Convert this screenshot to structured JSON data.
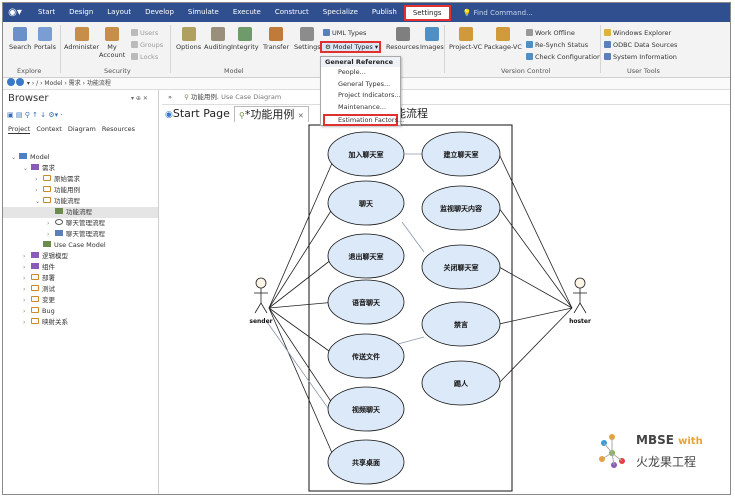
{
  "menu": {
    "items": [
      "Start",
      "Design",
      "Layout",
      "Develop",
      "Simulate",
      "Execute",
      "Construct",
      "Specialize",
      "Publish",
      "Settings"
    ],
    "active": "Settings",
    "find_placeholder": "Find Command..."
  },
  "ribbon": {
    "explore": {
      "label": "Explore",
      "search": "Search",
      "portals": "Portals"
    },
    "security": {
      "label": "Security",
      "administer": "Administer",
      "my_account": "My Account",
      "users": "Users",
      "groups": "Groups",
      "locks": "Locks"
    },
    "model": {
      "label": "Model",
      "options": "Options",
      "auditing": "Auditing",
      "integrity": "Integrity",
      "transfer": "Transfer",
      "settings": "Settings",
      "uml_types": "UML Types",
      "model_types": "Model Types",
      "resources": "Resources",
      "images": "Images"
    },
    "version_control": {
      "label": "Version Control",
      "project_vc": "Project-VC",
      "package_vc": "Package-VC",
      "work_offline": "Work Offline",
      "resynch": "Re-Synch Status",
      "check_config": "Check Configuration"
    },
    "user_tools": {
      "label": "User Tools",
      "windows_explorer": "Windows Explorer",
      "odbc": "ODBC Data Sources",
      "system_info": "System Information"
    }
  },
  "dropdown": {
    "header": "General Reference",
    "items": [
      "People...",
      "General Types...",
      "Project Indicators...",
      "Maintenance...",
      "Estimation Factors..."
    ],
    "highlighted": "Estimation Factors..."
  },
  "address": {
    "path": [
      "Model",
      "需求",
      "功能流程"
    ]
  },
  "browser": {
    "title": "Browser",
    "tabs": [
      "Project",
      "Context",
      "Diagram",
      "Resources"
    ],
    "tree": [
      {
        "label": "Model",
        "depth": 0
      },
      {
        "label": "需求",
        "depth": 1
      },
      {
        "label": "原始需求",
        "depth": 2
      },
      {
        "label": "功能用例",
        "depth": 2
      },
      {
        "label": "功能流程",
        "depth": 2
      },
      {
        "label": "功能流程",
        "depth": 3
      },
      {
        "label": "聊天管理流程",
        "depth": 3
      },
      {
        "label": "聊天管理流程",
        "depth": 3
      },
      {
        "label": "Use Case Model",
        "depth": 2
      },
      {
        "label": "逻辑模型",
        "depth": 1
      },
      {
        "label": "组件",
        "depth": 1
      },
      {
        "label": "部署",
        "depth": 1
      },
      {
        "label": "测试",
        "depth": 1
      },
      {
        "label": "变更",
        "depth": 1
      },
      {
        "label": "Bug",
        "depth": 1
      },
      {
        "label": "映射关系",
        "depth": 1
      }
    ]
  },
  "document": {
    "breadcrumb": "功能用例.",
    "breadcrumb_type": "Use Case Diagram",
    "tabs": [
      {
        "label": "Start Page"
      },
      {
        "label": "*功能用例"
      },
      {
        "label": "能流程"
      }
    ]
  },
  "diagram": {
    "actors": [
      "sender",
      "hoster"
    ],
    "usecases_left": [
      "加入聊天室",
      "聊天",
      "退出聊天室",
      "语音聊天",
      "传送文件",
      "视频聊天",
      "共享桌面"
    ],
    "usecases_right": [
      "建立聊天室",
      "监视聊天内容",
      "关闭聊天室",
      "禁言",
      "踢人"
    ]
  },
  "watermark": {
    "line1": "MBSE",
    "line1b": "with",
    "line2": "火龙果工程"
  },
  "colors": {
    "menubar": "#2f4f8f",
    "highlight": "#e03030",
    "usecase_fill": "#dce9f8"
  }
}
